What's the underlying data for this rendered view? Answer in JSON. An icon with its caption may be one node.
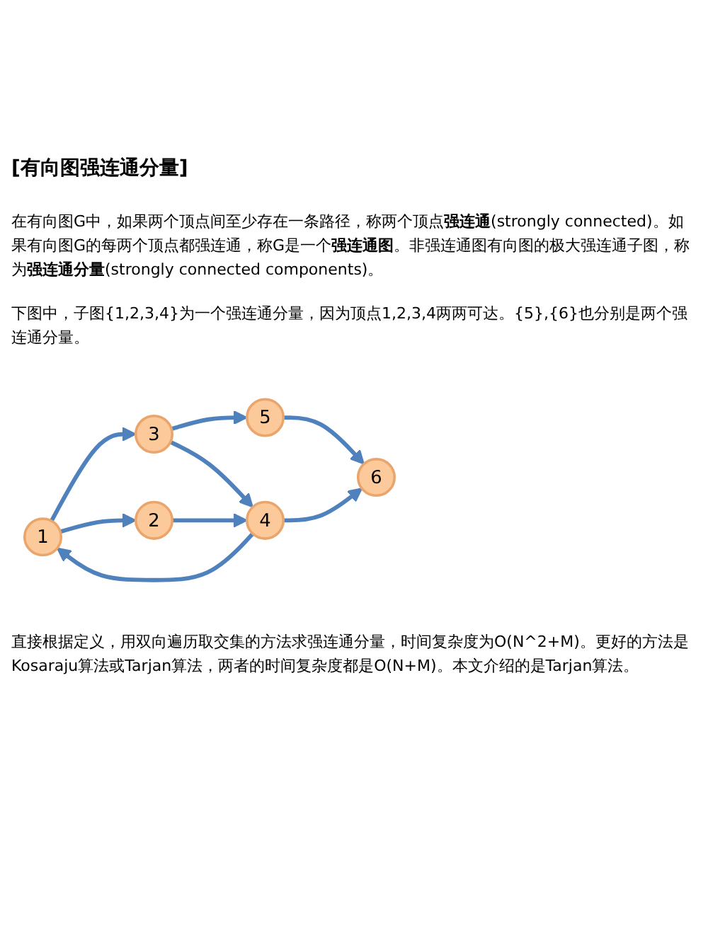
{
  "diagram": {
    "title": "[有向图强连通分量]",
    "nodes": [
      {
        "text": [
          "1"
        ]
      },
      {
        "text": [
          "2"
        ]
      },
      {
        "text": [
          "3"
        ]
      },
      {
        "text": [
          "4"
        ]
      },
      {
        "text": [
          "5"
        ]
      },
      {
        "text": [
          "6"
        ]
      }
    ],
    "edges": [
      {
        "from": 0,
        "to": 2,
        "arrow": "to"
      },
      {
        "from": 2,
        "to": 4,
        "arrow": "to"
      },
      {
        "from": 0,
        "to": 1,
        "arrow": "to"
      },
      {
        "from": 3,
        "to": 0,
        "arrow": "to"
      },
      {
        "from": 2,
        "to": 3,
        "arrow": "to"
      },
      {
        "from": 4,
        "to": 5,
        "arrow": "to"
      },
      {
        "from": 1,
        "to": 3,
        "arrow": "to"
      },
      {
        "from": 3,
        "to": 5,
        "arrow": "to"
      }
    ],
    "labels": [
      "在有向图G中，如果两个顶点间至少存在一条路径，称两个顶点**强连通**(strongly connected)。如果有向图G的每两个顶点都强连通，称G是一个**强连通图**。非强连通图有向图的极大强连通子图，称为**强连通分量**(strongly connected components)。",
      "下图中，子图{1,2,3,4}为一个强连通分量，因为顶点1,2,3,4两两可达。{5},{6}也分别是两个强连通分量。",
      "直接根据定义，用双向遍历取交集的方法求强连通分量，时间复杂度为O(N^2+M)。更好的方法是Kosaraju算法或Tarjan算法，两者的时间复杂度都是O(N+M)。本文介绍的是Tarjan算法。"
    ]
  }
}
